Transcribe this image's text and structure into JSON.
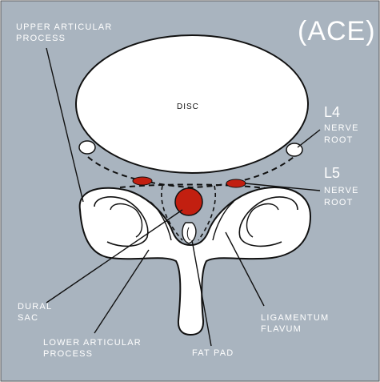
{
  "title": "(ACE)",
  "colors": {
    "background": "#a9b4bf",
    "outline": "#111111",
    "bone": "#ffffff",
    "nerve": "#c21f10",
    "label": "#ffffff"
  },
  "labels": {
    "upper_articular_1": "UPPER ARTICULAR",
    "upper_articular_2": "PROCESS",
    "disc": "DISC",
    "l4_level": "L4",
    "l4_nerve_1": "NERVE",
    "l4_nerve_2": "ROOT",
    "l5_level": "L5",
    "l5_nerve_1": "NERVE",
    "l5_nerve_2": "ROOT",
    "dural_sac_1": "DURAL",
    "dural_sac_2": "SAC",
    "ligamentum_1": "LIGAMENTUM",
    "ligamentum_2": "FLAVUM",
    "lower_articular_1": "LOWER ARTICULAR",
    "lower_articular_2": "PROCESS",
    "fat_pad": "FAT PAD"
  }
}
